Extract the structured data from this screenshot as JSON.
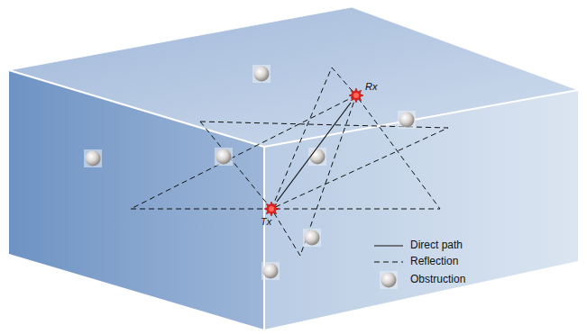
{
  "diagram": {
    "nodes": [
      {
        "text": [
          "Tx"
        ]
      },
      {
        "text": [
          "Rx"
        ]
      }
    ],
    "edges": [
      {
        "from": 0,
        "to": 1,
        "arrow": "none"
      }
    ],
    "legend": [
      {
        "text": "Direct path"
      },
      {
        "text": "Reflection"
      },
      {
        "text": "Obstruction"
      }
    ]
  }
}
